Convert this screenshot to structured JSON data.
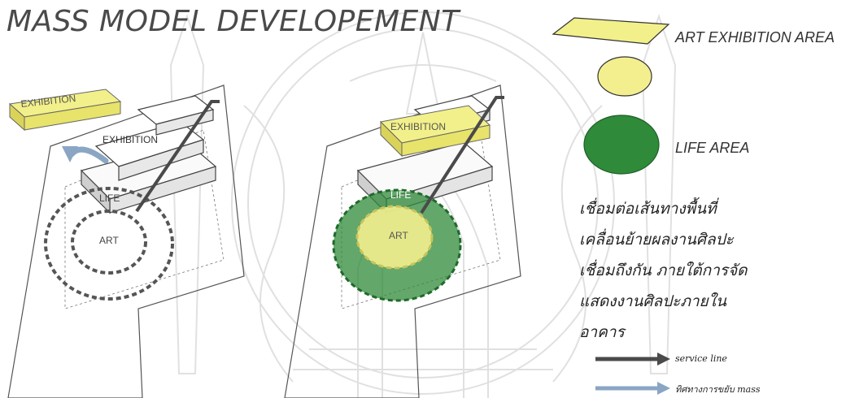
{
  "title": "MASS MODEL DEVELOPEMENT",
  "diagram_left": {
    "floating_label": "EXHIBITION",
    "block_label": "EXHIBITION",
    "life_label": "LIFE",
    "art_label": "ART"
  },
  "diagram_right": {
    "block_label": "EXHIBITION",
    "life_label": "LIFE",
    "art_label": "ART"
  },
  "legend": {
    "art_exhibition": "ART EXHIBITION AREA",
    "life": "LIFE AREA"
  },
  "description_lines": [
    "เชื่อมต่อเส้นทางพื้นที่",
    "เคลื่อนย้ายผลงานศิลปะ",
    "เชื่อมถึงกัน ภายใต้การจัด",
    "แสดงงานศิลปะภายใน",
    "อาคาร"
  ],
  "arrow_legend": {
    "service_line": "service line",
    "mass_shift": "ทิศทางการขยับ mass"
  },
  "colors": {
    "exhibition_yellow": "#f2f08a",
    "art_yellow": "#f3ef8e",
    "life_green": "#2f8a3a",
    "service_line": "#4a4a4a",
    "mass_arrow": "#8aa6c4",
    "watermark": "#d9d9d9"
  }
}
